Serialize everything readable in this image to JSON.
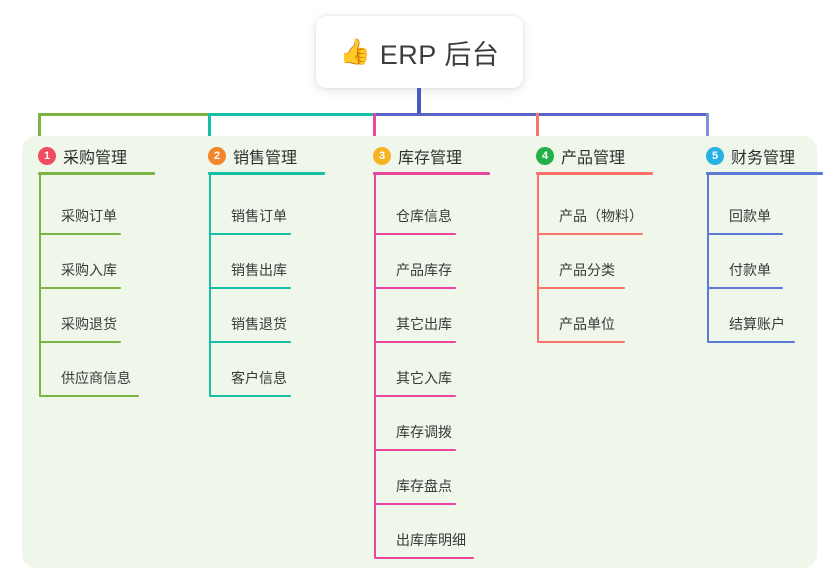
{
  "root": {
    "icon": "thumbs-up-icon",
    "emoji": "👍",
    "title": "ERP 后台"
  },
  "theme": {
    "page_background": "#ffffff",
    "panel_background": "#eef7e9",
    "card_background": "#ffffff",
    "title_color": "#3d3d3d",
    "stem_color": "#4a58c4",
    "bus_left_color": "#7cb342",
    "bus_mid_color": "#15bfa5",
    "bus_right_color": "#5b63c9"
  },
  "columns": [
    {
      "index": "1",
      "title": "采购管理",
      "badge_color": "#ef4c5e",
      "line_color": "#7cb342",
      "drop_color": "#7cb342",
      "items": [
        {
          "label": "采购订单",
          "rule_width": 82
        },
        {
          "label": "采购入库",
          "rule_width": 82
        },
        {
          "label": "采购退货",
          "rule_width": 82
        },
        {
          "label": "供应商信息",
          "rule_width": 100
        }
      ]
    },
    {
      "index": "2",
      "title": "销售管理",
      "badge_color": "#f5852a",
      "line_color": "#15bfa5",
      "drop_color": "#15bfa5",
      "items": [
        {
          "label": "销售订单",
          "rule_width": 82
        },
        {
          "label": "销售出库",
          "rule_width": 82
        },
        {
          "label": "销售退货",
          "rule_width": 82
        },
        {
          "label": "客户信息",
          "rule_width": 82
        }
      ]
    },
    {
      "index": "3",
      "title": "库存管理",
      "badge_color": "#f5b324",
      "line_color": "#e8479d",
      "drop_color": "#e8479d",
      "items": [
        {
          "label": "仓库信息",
          "rule_width": 82
        },
        {
          "label": "产品库存",
          "rule_width": 82
        },
        {
          "label": "其它出库",
          "rule_width": 82
        },
        {
          "label": "其它入库",
          "rule_width": 82
        },
        {
          "label": "库存调拨",
          "rule_width": 82
        },
        {
          "label": "库存盘点",
          "rule_width": 82
        },
        {
          "label": "出库库明细",
          "rule_width": 100
        }
      ]
    },
    {
      "index": "4",
      "title": "产品管理",
      "badge_color": "#22b04a",
      "line_color": "#f9736b",
      "drop_color": "#f9736b",
      "items": [
        {
          "label": "产品（物料）",
          "rule_width": 106
        },
        {
          "label": "产品分类",
          "rule_width": 88
        },
        {
          "label": "产品单位",
          "rule_width": 88
        }
      ]
    },
    {
      "index": "5",
      "title": "财务管理",
      "badge_color": "#27b2e5",
      "line_color": "#5b7ad6",
      "drop_color": "#7d92dd",
      "items": [
        {
          "label": "回款单",
          "rule_width": 76
        },
        {
          "label": "付款单",
          "rule_width": 76
        },
        {
          "label": "结算账户",
          "rule_width": 88
        }
      ]
    }
  ]
}
